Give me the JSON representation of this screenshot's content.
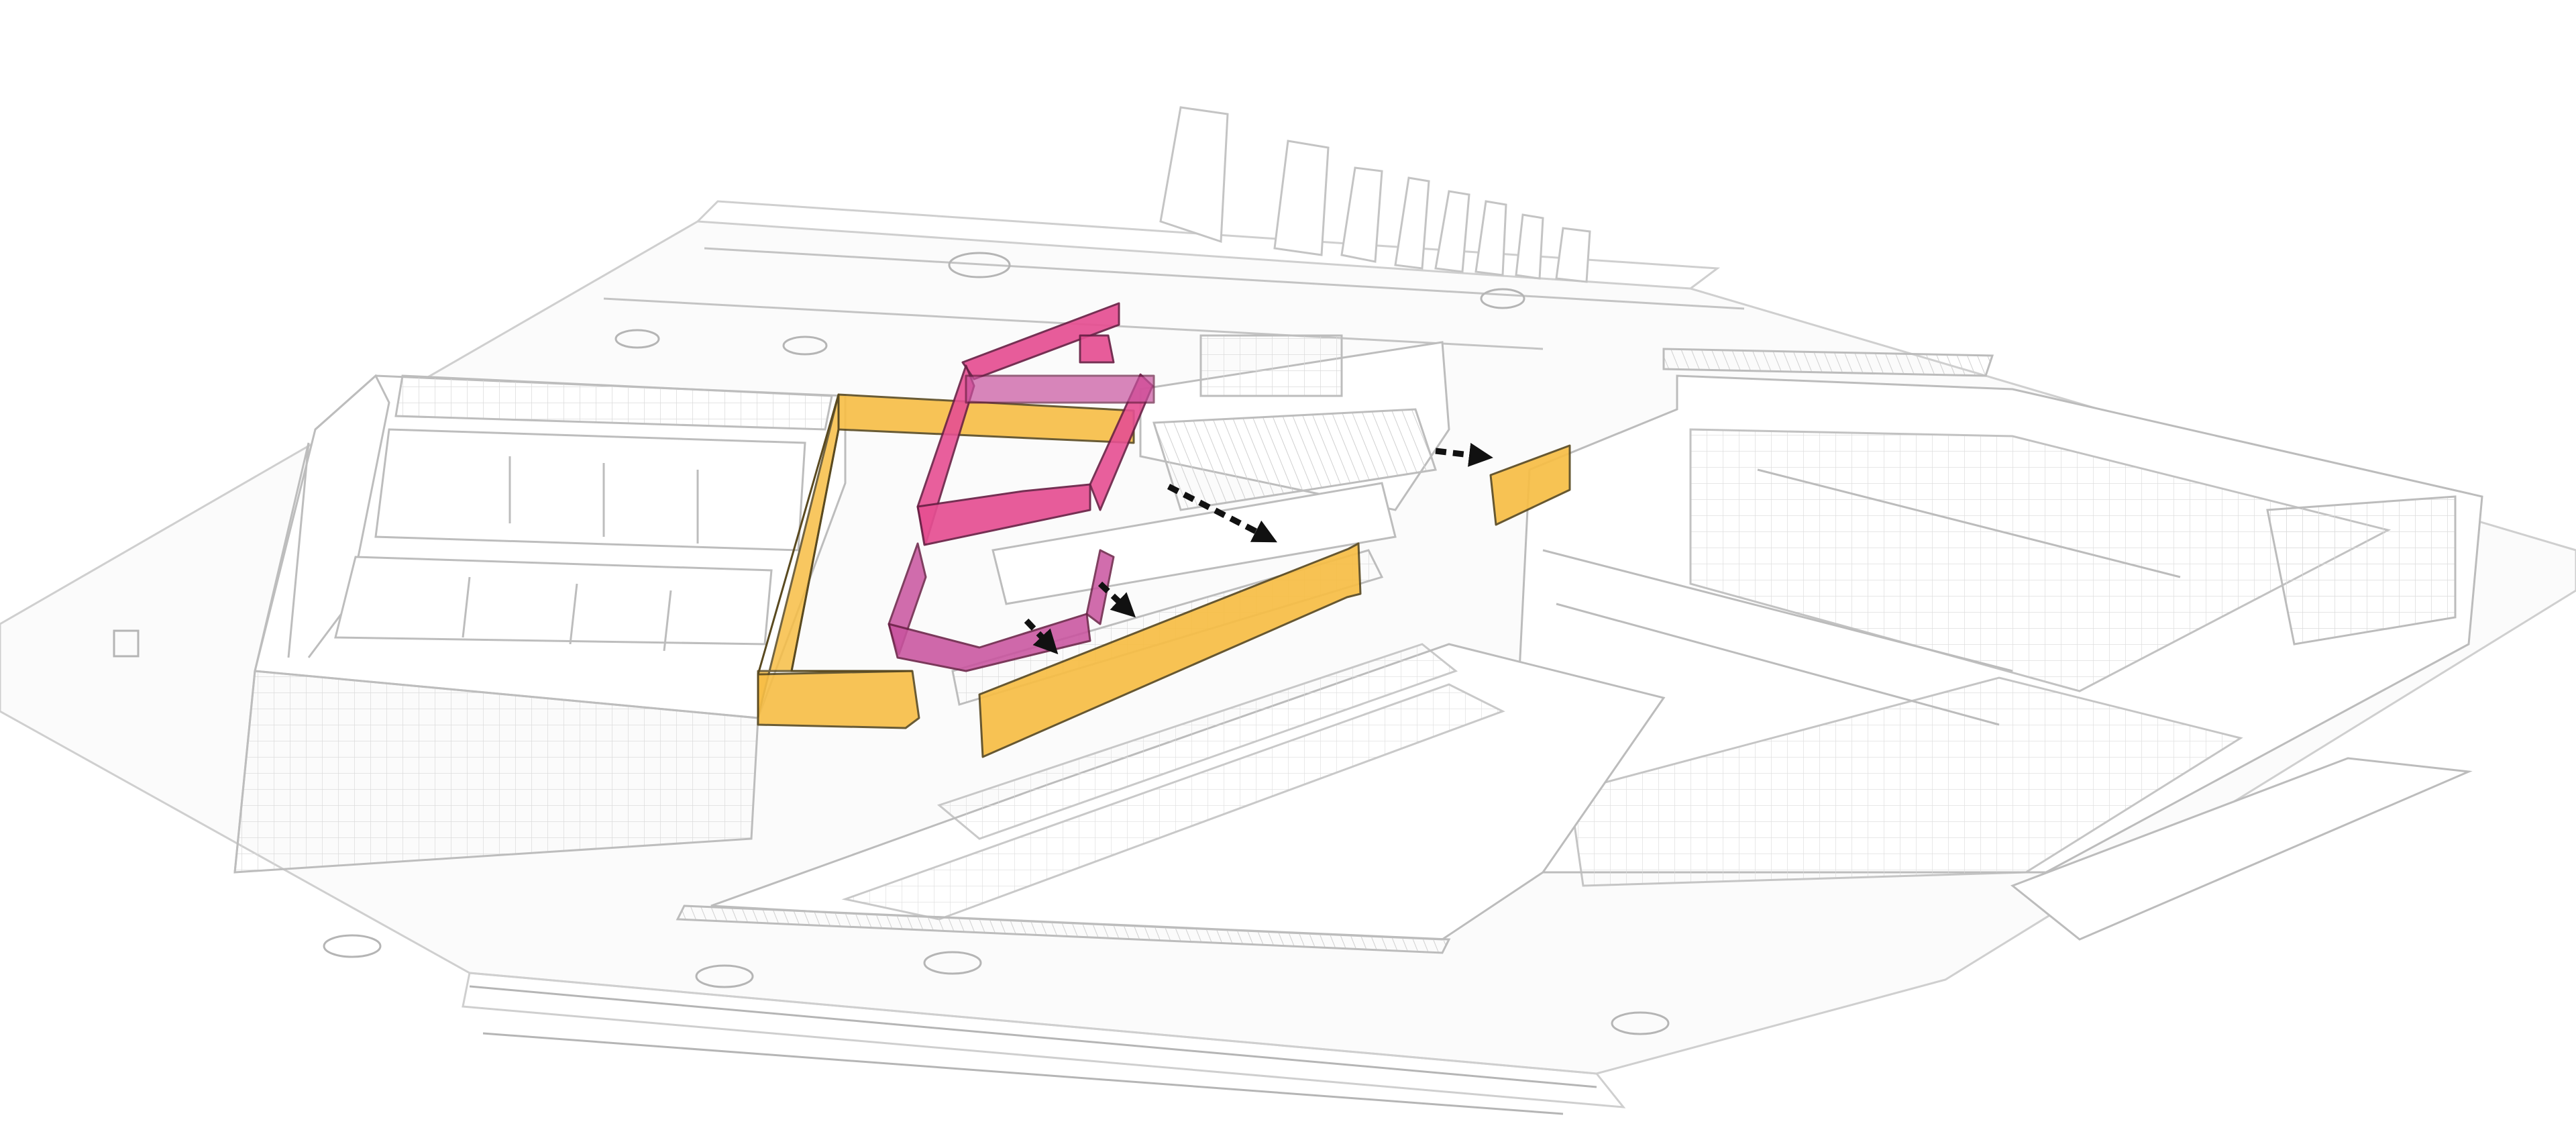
{
  "diagram": {
    "kind": "axonometric-site-diagram",
    "colors": {
      "background": "#ffffff",
      "linework": "#c9c9c9",
      "linework_dark": "#9a9a9a",
      "volume_yellow": "#f7be45",
      "volume_yellow_stroke": "#5a4a20",
      "volume_magenta": "#e64f92",
      "volume_violet": "#c9549f",
      "volume_pink_stroke": "#6a1f45",
      "arrow": "#111111"
    },
    "highlighted_volumes": [
      {
        "name": "yellow-frame-volume",
        "color": "volume_yellow"
      },
      {
        "name": "yellow-band-volume",
        "color": "volume_yellow"
      },
      {
        "name": "yellow-small-panel",
        "color": "volume_yellow"
      },
      {
        "name": "magenta-upper-ribbon",
        "color": "volume_magenta"
      },
      {
        "name": "violet-lower-ribbon",
        "color": "volume_violet"
      }
    ],
    "flow_arrows": [
      {
        "name": "flow-arrow-plaza"
      },
      {
        "name": "flow-arrow-right-panel"
      },
      {
        "name": "flow-arrow-south-1"
      },
      {
        "name": "flow-arrow-south-2"
      }
    ]
  }
}
